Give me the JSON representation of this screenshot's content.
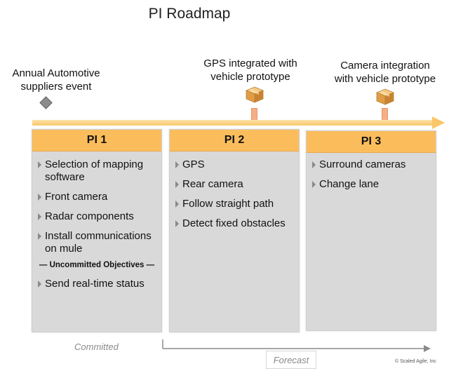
{
  "title": "PI Roadmap",
  "milestones": [
    {
      "label_line1": "Annual Automotive",
      "label_line2": "suppliers event",
      "icon": "diamond-icon"
    },
    {
      "label_line1": "GPS integrated with",
      "label_line2": "vehicle prototype",
      "icon": "package-icon"
    },
    {
      "label_line1": "Camera integration",
      "label_line2": "with vehicle prototype",
      "icon": "package-icon"
    }
  ],
  "columns": [
    {
      "header": "PI 1",
      "items": [
        "Selection of mapping software",
        "Front camera",
        "Radar components",
        "Install communications on mule"
      ],
      "uncommitted_label": "— Uncommitted Objectives —",
      "uncommitted_items": [
        "Send real-time status"
      ]
    },
    {
      "header": "PI 2",
      "items": [
        "GPS",
        "Rear camera",
        "Follow straight path",
        "Detect fixed obstacles"
      ]
    },
    {
      "header": "PI 3",
      "items": [
        "Surround cameras",
        "Change lane"
      ]
    }
  ],
  "footer": {
    "committed": "Committed",
    "forecast": "Forecast",
    "copyright": "© Scaled Agile, Inc"
  },
  "colors": {
    "header": "#fbbd5c",
    "column": "#d9d9d9",
    "timeline": "#f9c66a",
    "stem": "#f5ae86"
  }
}
